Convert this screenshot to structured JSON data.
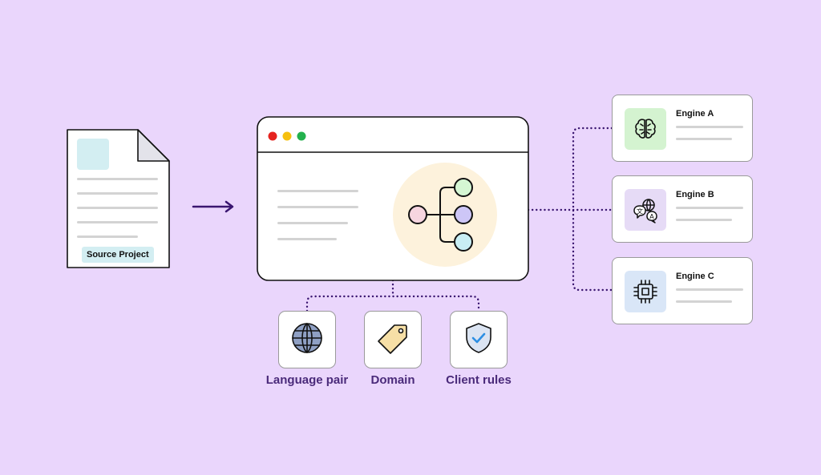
{
  "source": {
    "label": "Source Project"
  },
  "engines": [
    {
      "title": "Engine A",
      "icon": "brain-icon",
      "color": "#d4f3d0"
    },
    {
      "title": "Engine B",
      "icon": "translate-icon",
      "color": "#e6dbf6"
    },
    {
      "title": "Engine C",
      "icon": "chip-icon",
      "color": "#d9e6f7"
    }
  ],
  "factors": [
    {
      "label": "Language pair",
      "icon": "globe-icon"
    },
    {
      "label": "Domain",
      "icon": "tag-icon"
    },
    {
      "label": "Client rules",
      "icon": "shield-check-icon"
    }
  ],
  "colors": {
    "background": "#ead6fc",
    "accent": "#4a2a7a",
    "router_circle": "#fdf2dc",
    "node_pink": "#f6d5df",
    "node_green": "#d5f6d3",
    "node_purple": "#cdc6f7",
    "node_cyan": "#c8eef4",
    "window_red": "#e5231f",
    "window_yellow": "#f6c00f",
    "window_green": "#23b14d"
  }
}
